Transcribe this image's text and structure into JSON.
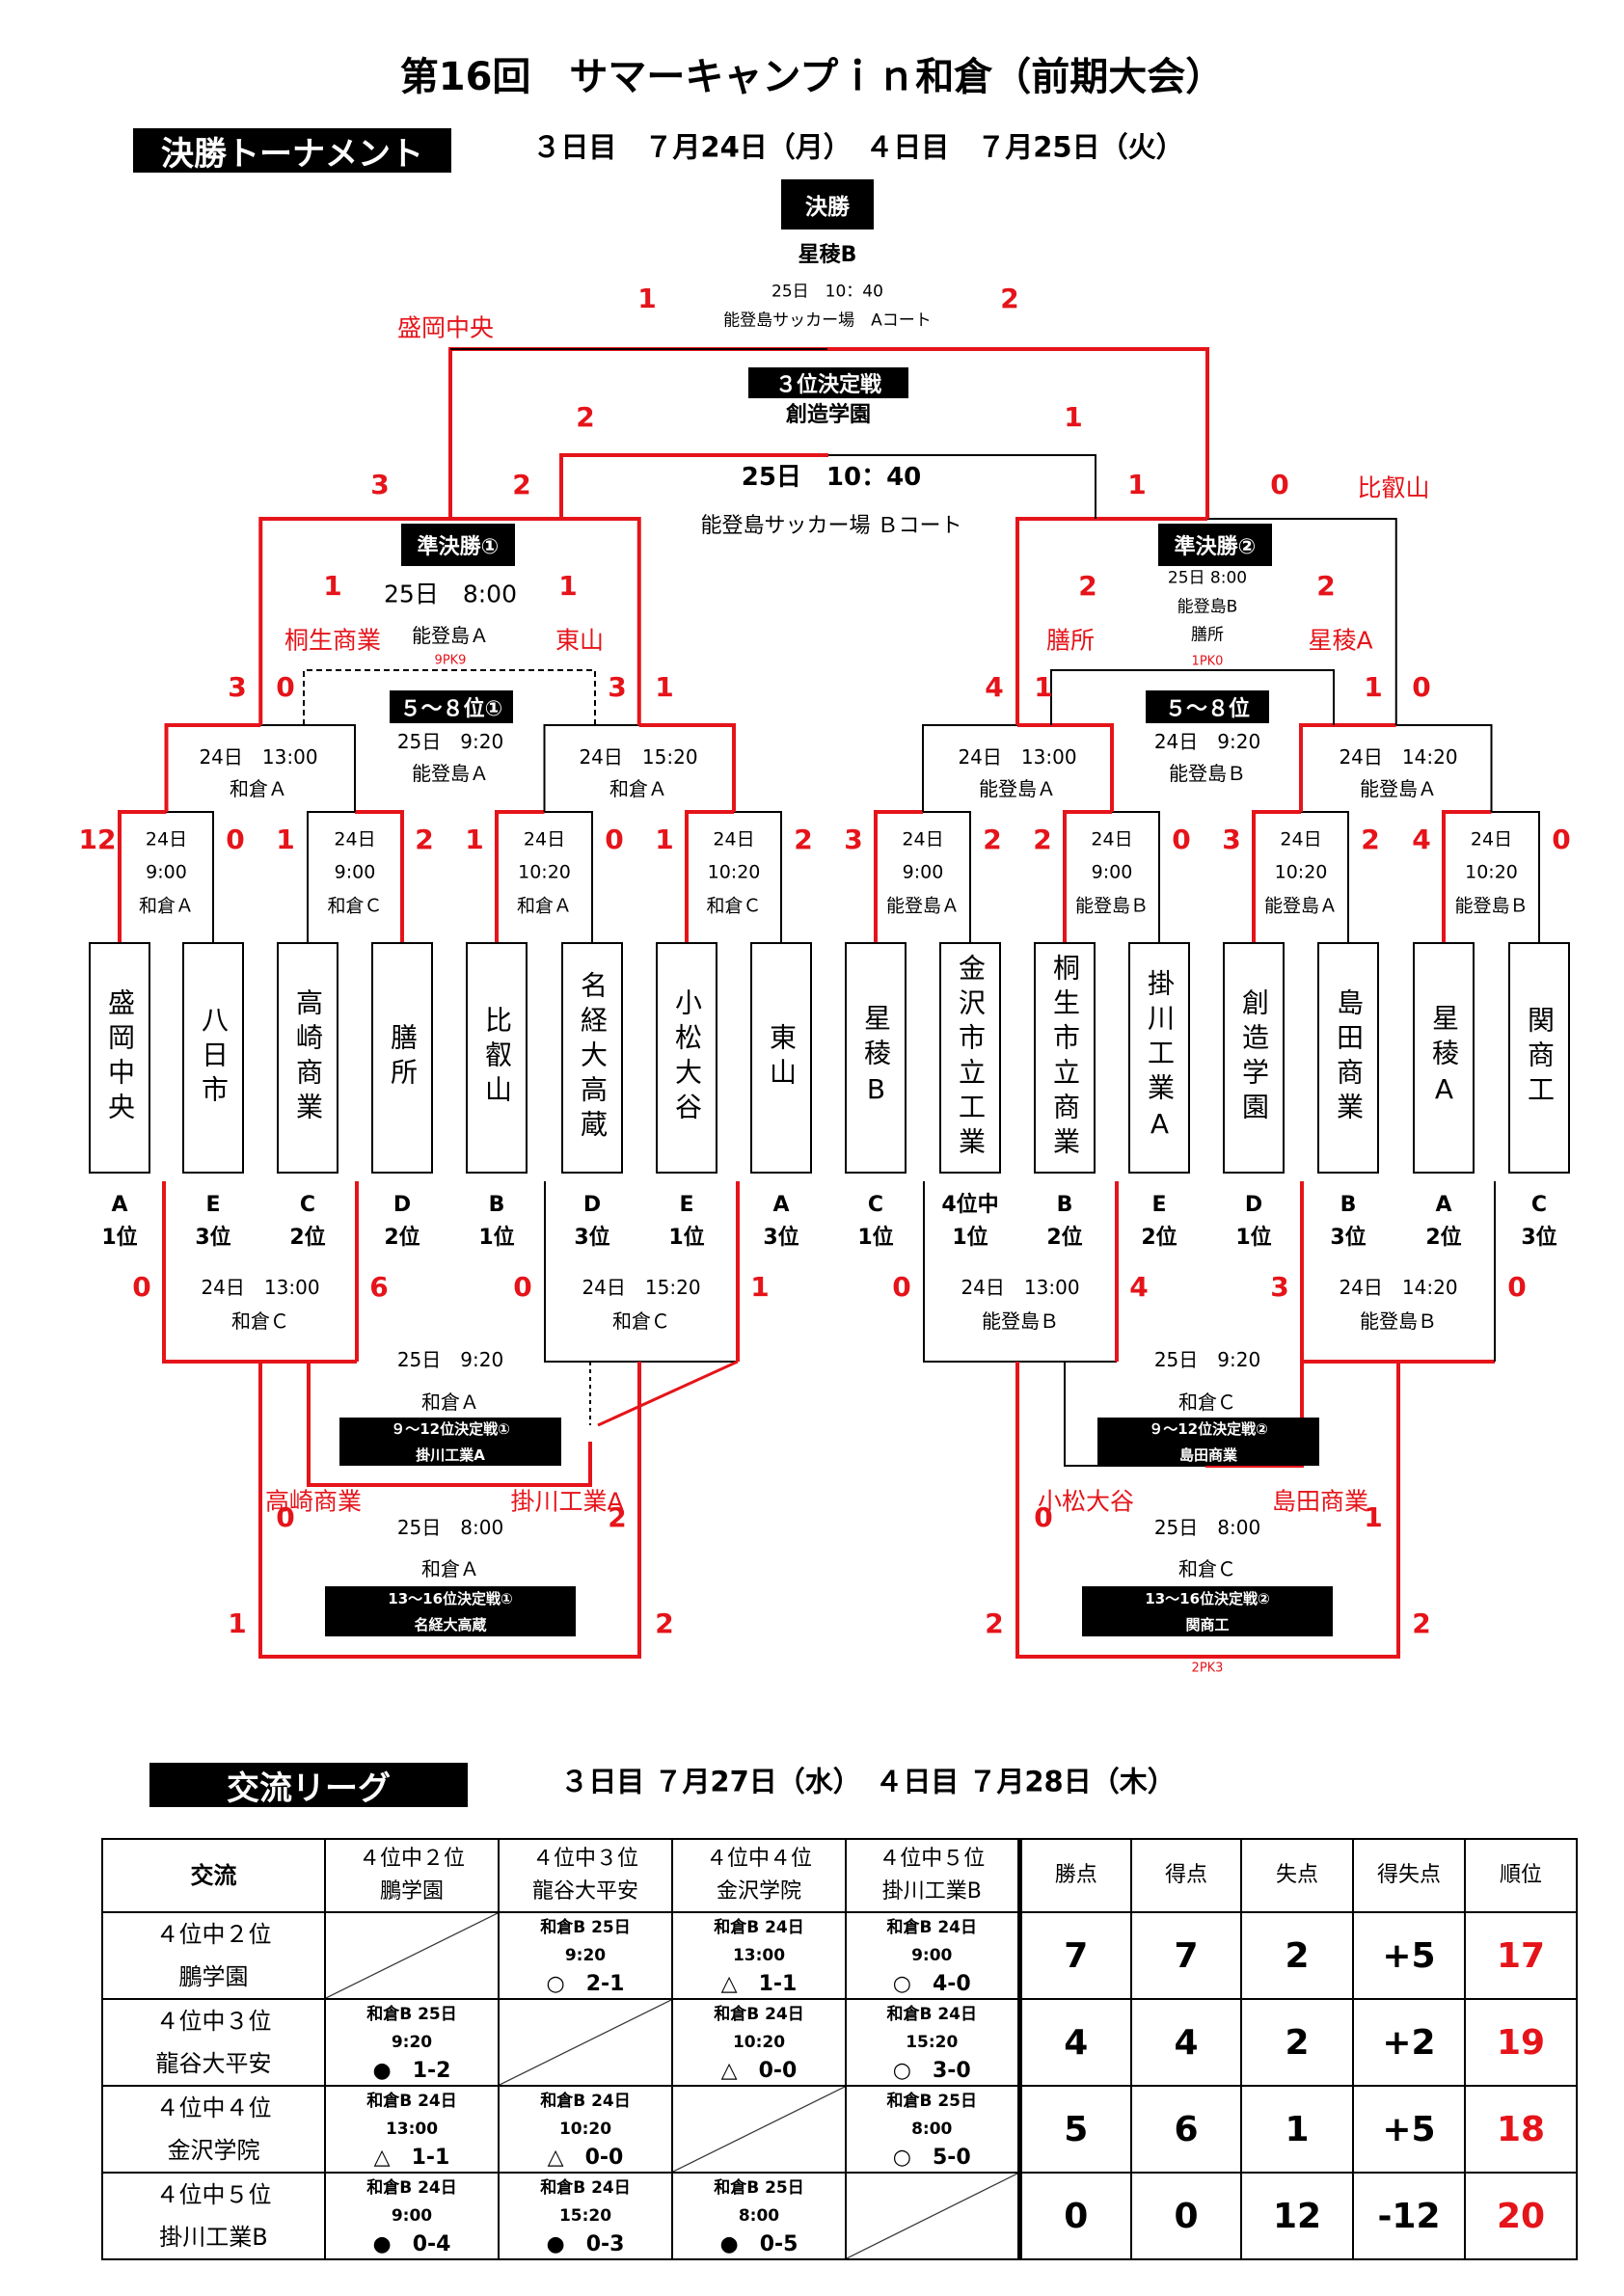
{
  "title": "第16回　サマーキャンプｉｎ和倉（前期大会）",
  "tournament": {
    "header": "決勝トーナメント",
    "dates": "３日目　７月24日（月）　４日目　７月25日（火）",
    "final": {
      "label": "決勝",
      "winner": "星稜B",
      "time": "25日　10：40",
      "venue": "能登島サッカー場　Aコート",
      "score_left": "1",
      "score_right": "2",
      "left_team": "盛岡中央"
    },
    "third": {
      "label": "３位決定戦",
      "winner": "創造学園",
      "time": "25日　10：40",
      "venue": "能登島サッカー場 Ｂコート",
      "score_left": "2",
      "score_right": "1"
    },
    "sf1": {
      "label": "準決勝①",
      "time": "25日　8:00",
      "venue": "能登島Ａ",
      "pk": "9PK9",
      "score_left": "1",
      "score_right": "1",
      "team_left": "桐生商業",
      "team_right": "東山",
      "final_score_left": "3",
      "final_score_right": "2"
    },
    "sf2": {
      "label": "準決勝②",
      "time": "25日 8:00",
      "venue": "能登島B",
      "extra": "膳所",
      "pk": "1PK0",
      "score_left": "2",
      "score_right": "2",
      "team_left": "膳所",
      "team_right": "星稜A",
      "final_score_left": "1",
      "final_score_right": "0",
      "team_far_right": "比叡山"
    },
    "p58_1": {
      "label": "５～８位①",
      "time": "25日　9:20",
      "venue": "能登島Ａ"
    },
    "p58_2": {
      "label": "５～８位",
      "time": "24日　9:20",
      "venue": "能登島Ｂ"
    },
    "qf_scores": {
      "q1": [
        "3",
        "0"
      ],
      "q2": [
        "3",
        "1"
      ],
      "q3": [
        "4",
        "1"
      ],
      "q4": [
        "1",
        "0"
      ]
    },
    "qf": [
      {
        "day": "24日　13:00",
        "venue": "和倉Ａ"
      },
      {
        "day": "24日　15:20",
        "venue": "和倉Ａ"
      },
      {
        "day": "24日　13:00",
        "venue": "能登島Ａ"
      },
      {
        "day": "24日　14:20",
        "venue": "能登島Ａ"
      }
    ],
    "r1": [
      {
        "day": "24日",
        "time": "9:00",
        "venue": "和倉Ａ",
        "l": "12",
        "r": "0"
      },
      {
        "day": "24日",
        "time": "9:00",
        "venue": "和倉Ｃ",
        "l": "1",
        "r": "2"
      },
      {
        "day": "24日",
        "time": "10:20",
        "venue": "和倉Ａ",
        "l": "1",
        "r": "0"
      },
      {
        "day": "24日",
        "time": "10:20",
        "venue": "和倉Ｃ",
        "l": "1",
        "r": "2"
      },
      {
        "day": "24日",
        "time": "9:00",
        "venue": "能登島Ａ",
        "l": "3",
        "r": "2"
      },
      {
        "day": "24日",
        "time": "9:00",
        "venue": "能登島Ｂ",
        "l": "2",
        "r": "0"
      },
      {
        "day": "24日",
        "time": "10:20",
        "venue": "能登島Ａ",
        "l": "3",
        "r": "2"
      },
      {
        "day": "24日",
        "time": "10:20",
        "venue": "能登島Ｂ",
        "l": "4",
        "r": "0"
      }
    ],
    "teams": [
      {
        "name": "盛岡中央",
        "group": "A",
        "rank": "1位"
      },
      {
        "name": "八日市",
        "group": "E",
        "rank": "3位"
      },
      {
        "name": "高崎商業",
        "group": "C",
        "rank": "2位"
      },
      {
        "name": "膳所",
        "group": "D",
        "rank": "2位"
      },
      {
        "name": "比叡山",
        "group": "B",
        "rank": "1位"
      },
      {
        "name": "名経大高蔵",
        "group": "D",
        "rank": "3位"
      },
      {
        "name": "小松大谷",
        "group": "E",
        "rank": "1位"
      },
      {
        "name": "東山",
        "group": "A",
        "rank": "3位"
      },
      {
        "name": "星稜B",
        "group": "C",
        "rank": "1位"
      },
      {
        "name": "金沢市立工業",
        "group": "4位中",
        "rank": "1位"
      },
      {
        "name": "桐生市立商業",
        "group": "B",
        "rank": "2位"
      },
      {
        "name": "掛川工業A",
        "group": "E",
        "rank": "2位"
      },
      {
        "name": "創造学園",
        "group": "D",
        "rank": "1位"
      },
      {
        "name": "島田商業",
        "group": "B",
        "rank": "3位"
      },
      {
        "name": "星稜A",
        "group": "A",
        "rank": "2位"
      },
      {
        "name": "関商工",
        "group": "C",
        "rank": "3位"
      }
    ],
    "lower": [
      {
        "day": "24日　13:00",
        "venue": "和倉Ｃ",
        "l": "0",
        "r": "6"
      },
      {
        "day": "24日　15:20",
        "venue": "和倉Ｃ",
        "l": "0",
        "r": "1"
      },
      {
        "day": "24日　13:00",
        "venue": "能登島Ｂ",
        "l": "0",
        "r": "4"
      },
      {
        "day": "24日　14:20",
        "venue": "能登島Ｂ",
        "l": "3",
        "r": "0"
      }
    ],
    "p912_1": {
      "time": "25日　9:20",
      "venue": "和倉Ａ",
      "label": "９～12位決定戦①",
      "winner": "掛川工業A",
      "team_left": "高崎商業",
      "team_right": "掛川工業A",
      "score_left": "0",
      "score_right": "2"
    },
    "p912_2": {
      "time": "25日　9:20",
      "venue": "和倉Ｃ",
      "label": "９～12位決定戦②",
      "winner": "島田商業",
      "team_left": "小松大谷",
      "team_right": "島田商業",
      "score_left": "0",
      "score_right": "1"
    },
    "p1316_1": {
      "time": "25日　8:00",
      "venue": "和倉Ａ",
      "label": "13～16位決定戦①",
      "winner": "名経大高蔵",
      "score_left": "1",
      "score_right": "2"
    },
    "p1316_2": {
      "time": "25日　8:00",
      "venue": "和倉Ｃ",
      "label": "13～16位決定戦②",
      "winner": "関商工",
      "score_left": "2",
      "score_right": "2",
      "pk": "2PK3"
    }
  },
  "league": {
    "header": "交流リーグ",
    "dates": "３日目 ７月27日（水）　４日目 ７月28日（木）",
    "corner": "交流",
    "columns": [
      {
        "seed": "４位中２位",
        "team": "鵬学園"
      },
      {
        "seed": "４位中３位",
        "team": "龍谷大平安"
      },
      {
        "seed": "４位中４位",
        "team": "金沢学院"
      },
      {
        "seed": "４位中５位",
        "team": "掛川工業B"
      }
    ],
    "stat_headers": [
      "勝点",
      "得点",
      "失点",
      "得失点",
      "順位"
    ],
    "rows": [
      {
        "seed": "４位中２位",
        "team": "鵬学園",
        "cells": [
          null,
          {
            "l1": "和倉B 25日",
            "l2": "9:20",
            "r": "○　2-1"
          },
          {
            "l1": "和倉B 24日",
            "l2": "13:00",
            "r": "△　1-1"
          },
          {
            "l1": "和倉B 24日",
            "l2": "9:00",
            "r": "○　4-0"
          }
        ],
        "stats": [
          "7",
          "7",
          "2",
          "+5",
          "17"
        ]
      },
      {
        "seed": "４位中３位",
        "team": "龍谷大平安",
        "cells": [
          {
            "l1": "和倉B 25日",
            "l2": "9:20",
            "r": "●　1-2"
          },
          null,
          {
            "l1": "和倉B 24日",
            "l2": "10:20",
            "r": "△　0-0"
          },
          {
            "l1": "和倉B 24日",
            "l2": "15:20",
            "r": "○　3-0"
          }
        ],
        "stats": [
          "4",
          "4",
          "2",
          "+2",
          "19"
        ]
      },
      {
        "seed": "４位中４位",
        "team": "金沢学院",
        "cells": [
          {
            "l1": "和倉B 24日",
            "l2": "13:00",
            "r": "△　1-1"
          },
          {
            "l1": "和倉B 24日",
            "l2": "10:20",
            "r": "△　0-0"
          },
          null,
          {
            "l1": "和倉B 25日",
            "l2": "8:00",
            "r": "○　5-0"
          }
        ],
        "stats": [
          "5",
          "6",
          "1",
          "+5",
          "18"
        ]
      },
      {
        "seed": "４位中５位",
        "team": "掛川工業B",
        "cells": [
          {
            "l1": "和倉B 24日",
            "l2": "9:00",
            "r": "●　0-4"
          },
          {
            "l1": "和倉B 24日",
            "l2": "15:20",
            "r": "●　0-3"
          },
          {
            "l1": "和倉B 25日",
            "l2": "8:00",
            "r": "●　0-5"
          },
          null
        ],
        "stats": [
          "0",
          "0",
          "12",
          "-12",
          "20"
        ]
      }
    ]
  }
}
